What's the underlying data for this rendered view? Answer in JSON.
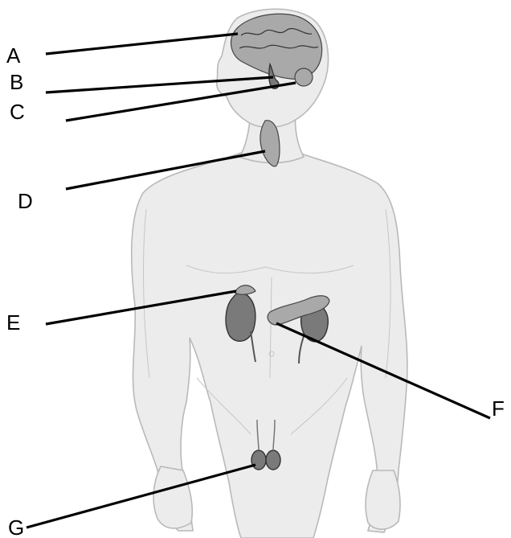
{
  "labels": [
    "A",
    "B",
    "C",
    "D",
    "E",
    "F",
    "G"
  ]
}
